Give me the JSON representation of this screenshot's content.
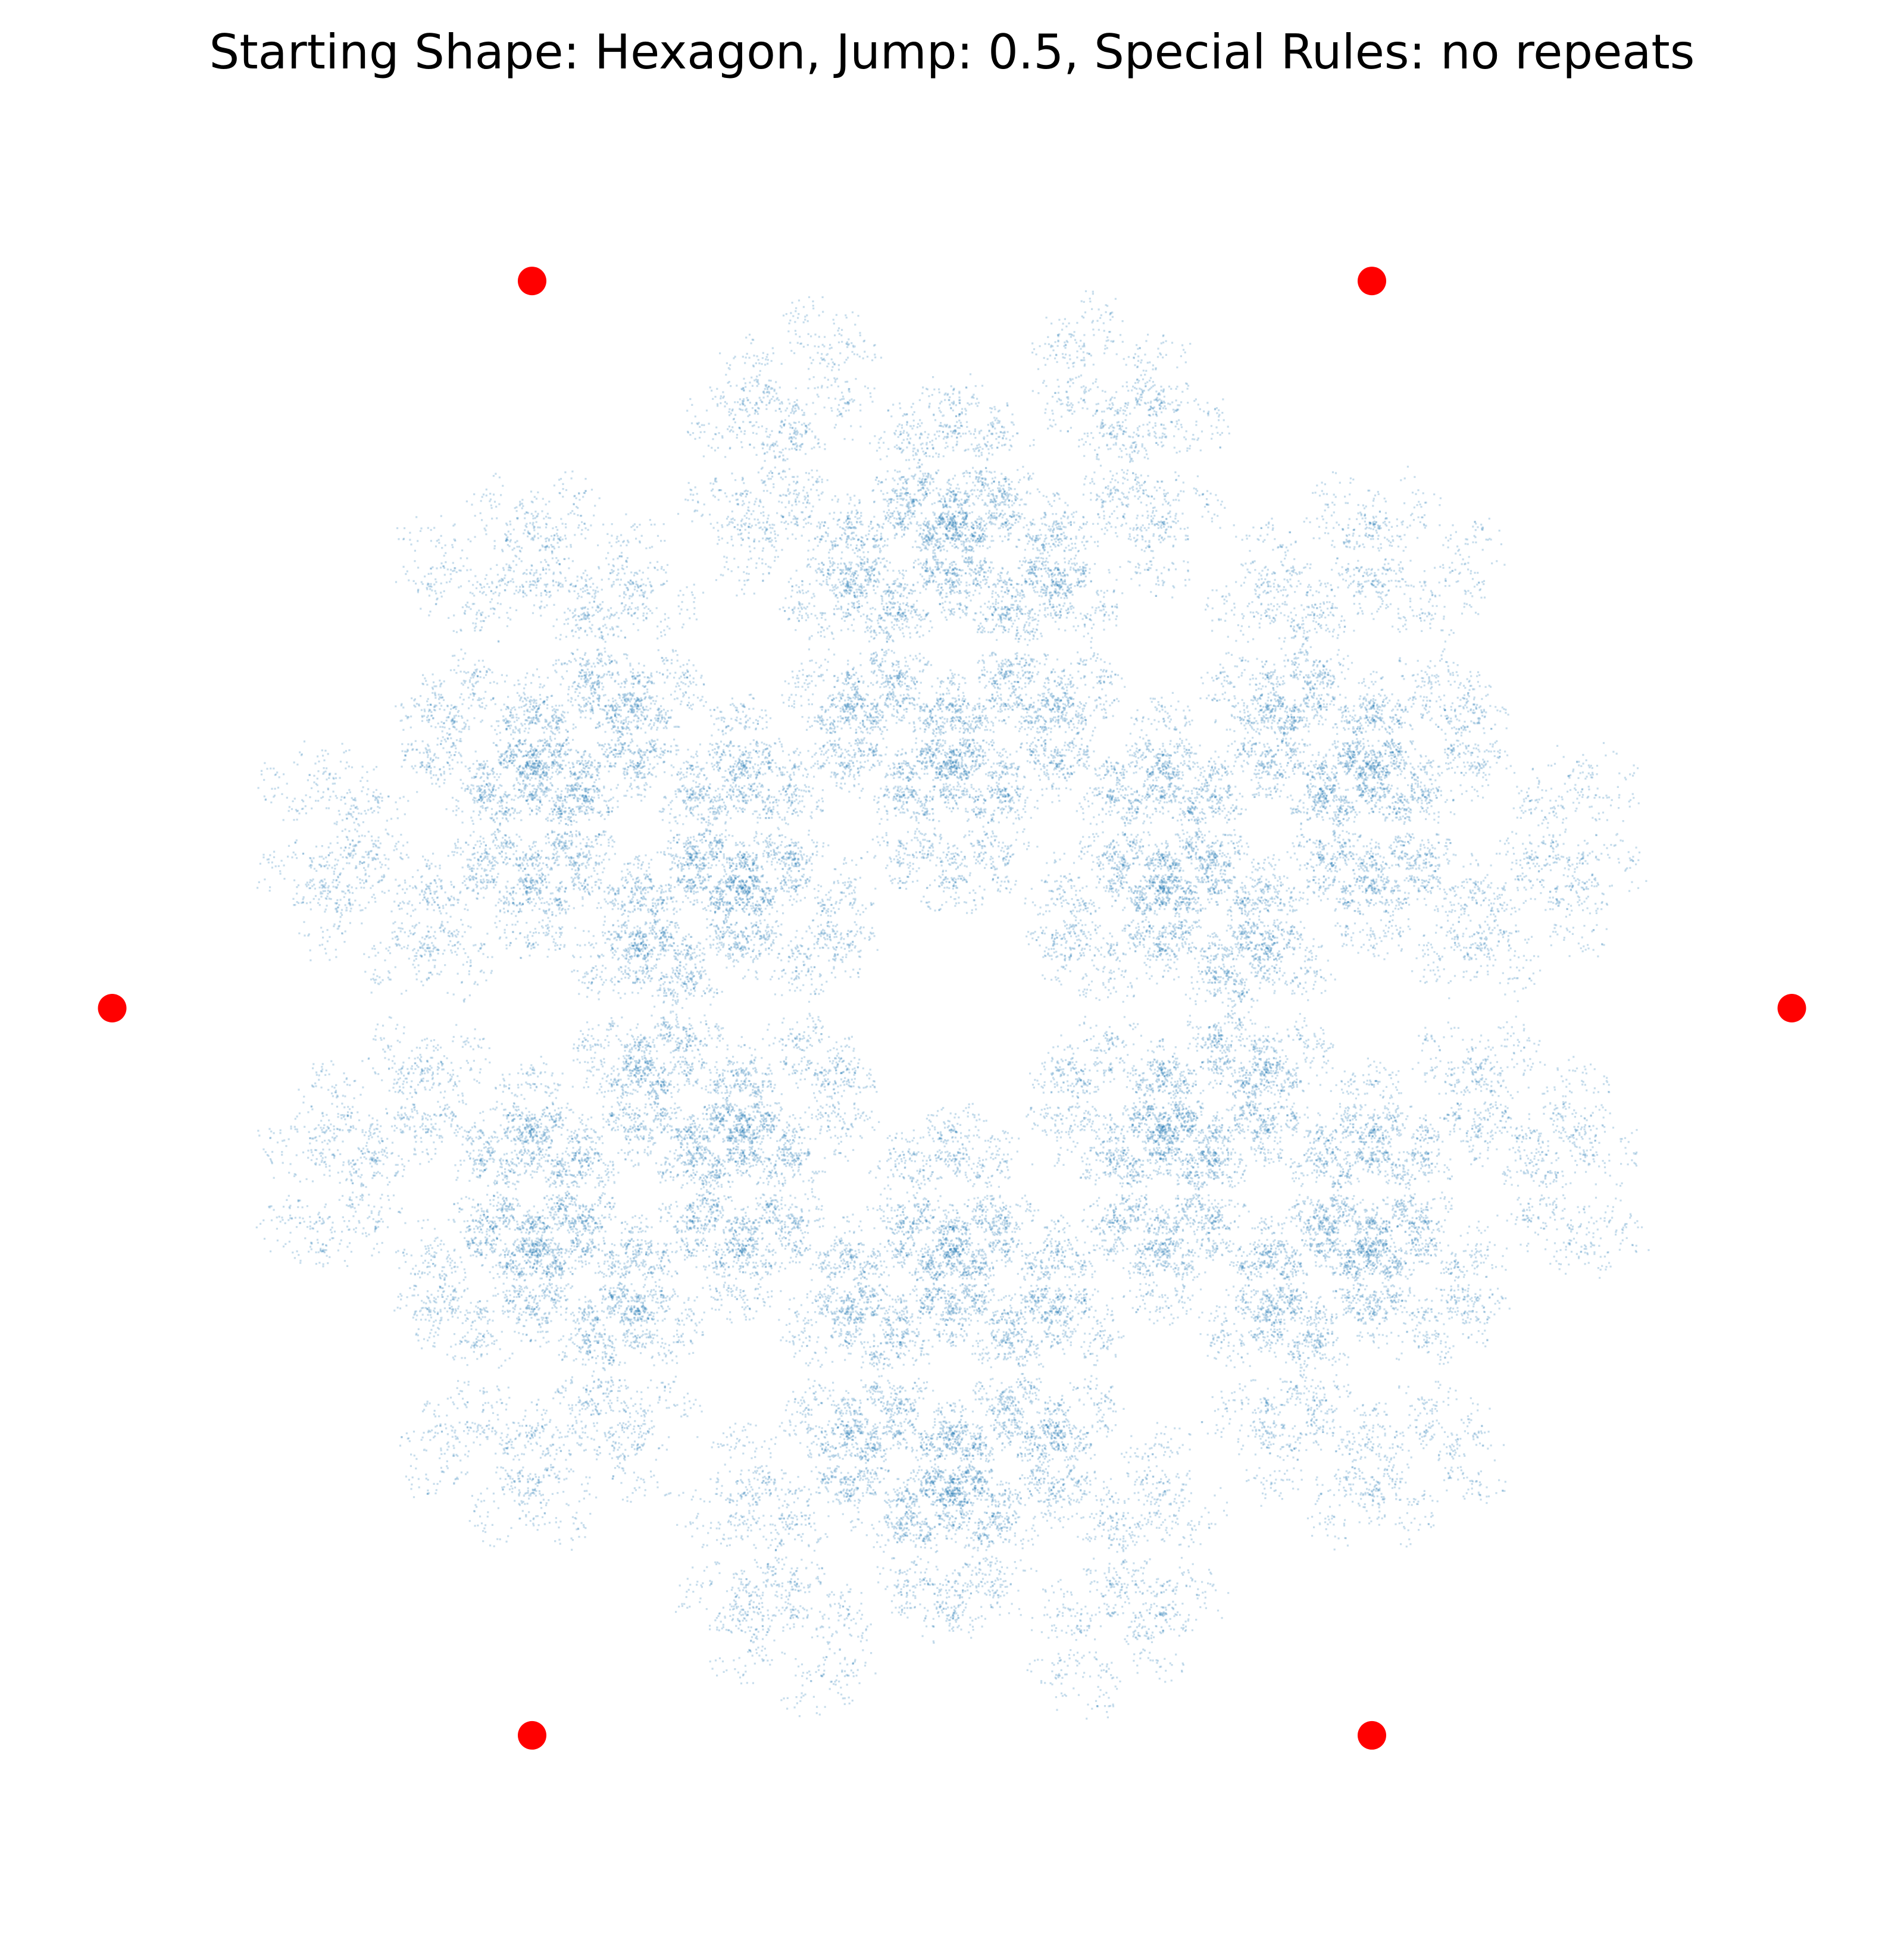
{
  "chart_data": {
    "type": "scatter",
    "title": "Starting Shape: Hexagon, Jump: 0.5, Special Rules: no repeats",
    "xlabel": "",
    "ylabel": "",
    "axes_visible": false,
    "grid": false,
    "aspect": "equal",
    "xlim": [
      -1.06,
      1.06
    ],
    "ylim": [
      -1.06,
      1.06
    ],
    "series": [
      {
        "role": "chaos-game-points",
        "color": "#1f77b4",
        "marker_size": "tiny",
        "alpha": 0.25,
        "rule": {
          "jump": 0.5,
          "no_repeats": true,
          "iterations": 60000
        }
      },
      {
        "role": "vertices",
        "color": "#ff0000",
        "marker_size": "large",
        "points": [
          {
            "x": 1.0,
            "y": 0.0
          },
          {
            "x": 0.5,
            "y": 0.866
          },
          {
            "x": -0.5,
            "y": 0.866
          },
          {
            "x": -1.0,
            "y": 0.0
          },
          {
            "x": -0.5,
            "y": -0.866
          },
          {
            "x": 0.5,
            "y": -0.866
          }
        ]
      }
    ]
  }
}
